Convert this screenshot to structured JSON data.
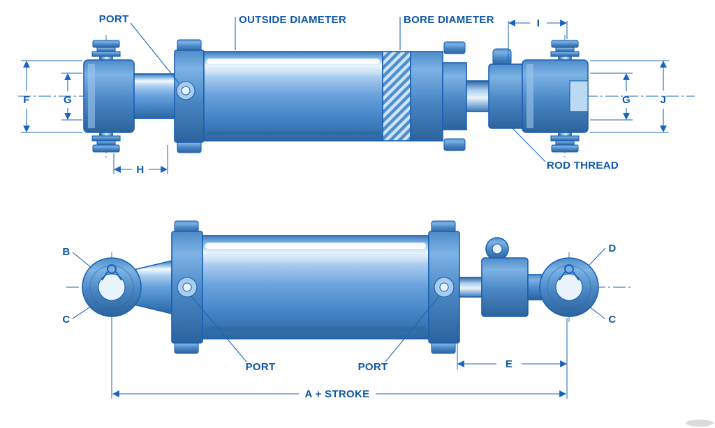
{
  "diagram": {
    "name": "Tie-rod hydraulic cylinder dimensional drawing, two views",
    "colors": {
      "line": "#1565c0",
      "outline": "#1a5fb4",
      "text": "#0e57a8",
      "body_mid": "#4a90dd",
      "body_dark": "#2d669f",
      "body_light": "#e8f4fd",
      "background": "#ffffff"
    },
    "top_view": {
      "port_label": "PORT",
      "outside_diameter_label": "OUTSIDE DIAMETER",
      "bore_diameter_label": "BORE DIAMETER",
      "dim_i": "I",
      "dim_f": "F",
      "dim_g_left": "G",
      "dim_g_right": "G",
      "dim_j": "J",
      "dim_h": "H",
      "rod_thread_label": "ROD THREAD"
    },
    "bottom_view": {
      "dim_b": "B",
      "dim_c_left": "C",
      "dim_d": "D",
      "dim_c_right": "C",
      "port_label_left": "PORT",
      "port_label_right": "PORT",
      "dim_e": "E",
      "dim_a_stroke": "A + STROKE"
    }
  }
}
